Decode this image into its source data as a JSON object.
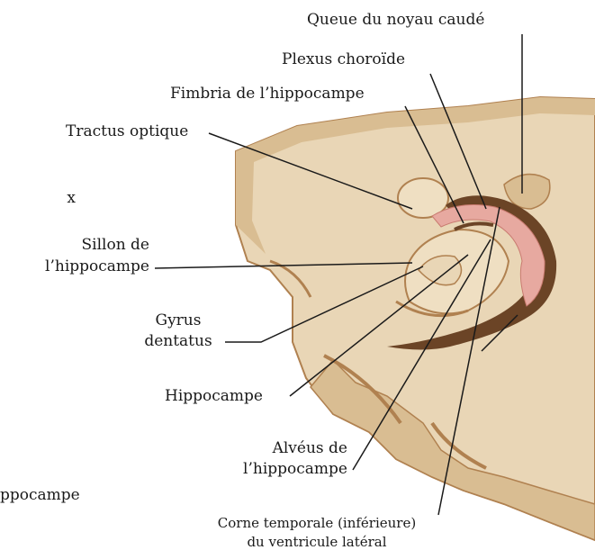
{
  "labels": {
    "queue_noyau_caude": "Queue du noyau caudé",
    "plexus_choroide": "Plexus choroïde",
    "fimbria": "Fimbria de l’hippocampe",
    "tractus_optique": "Tractus optique",
    "sillon_line1": "Sillon de",
    "sillon_line2": "l’hippocampe",
    "gyrus_line1": "Gyrus",
    "gyrus_line2": "dentatus",
    "hippocampe": "Hippocampe",
    "alveus_line1": "Alvéus de",
    "alveus_line2": "l’hippocampe",
    "corne_line1": "Corne temporale (inférieure)",
    "corne_line2": "du ventricule latéral",
    "cut_left_1": "x",
    "cut_left_2": "ppocampe"
  },
  "colors": {
    "tissue_light": "#e9d6b6",
    "tissue_mid": "#d9bd92",
    "tissue_dark": "#b08150",
    "ventricle": "#6b4426",
    "plexus": "#e7a9a0",
    "leader": "#1a1a1a"
  }
}
